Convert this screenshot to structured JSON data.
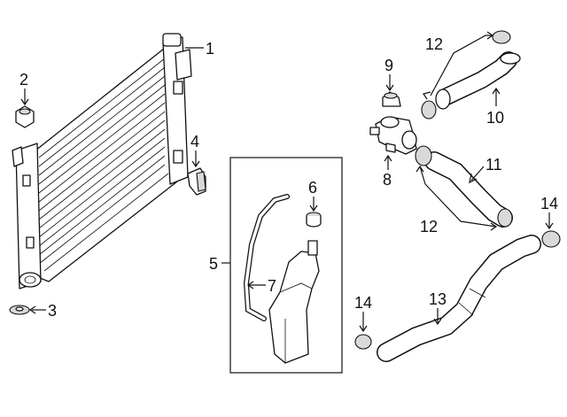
{
  "diagram": {
    "callouts": [
      "1",
      "2",
      "3",
      "4",
      "5",
      "6",
      "7",
      "8",
      "9",
      "10",
      "11",
      "12",
      "12",
      "13",
      "14",
      "14"
    ],
    "parts": [
      "radiator",
      "radiator-drain-plug",
      "radiator-mount-bushing",
      "radiator-upper-mount",
      "reservoir-assembly",
      "reservoir-cap",
      "overflow-hose",
      "water-outlet",
      "radiator-cap",
      "upper-hose-small",
      "lower-hose",
      "hose-clamp",
      "lower-radiator-hose",
      "hose-clamp"
    ]
  }
}
